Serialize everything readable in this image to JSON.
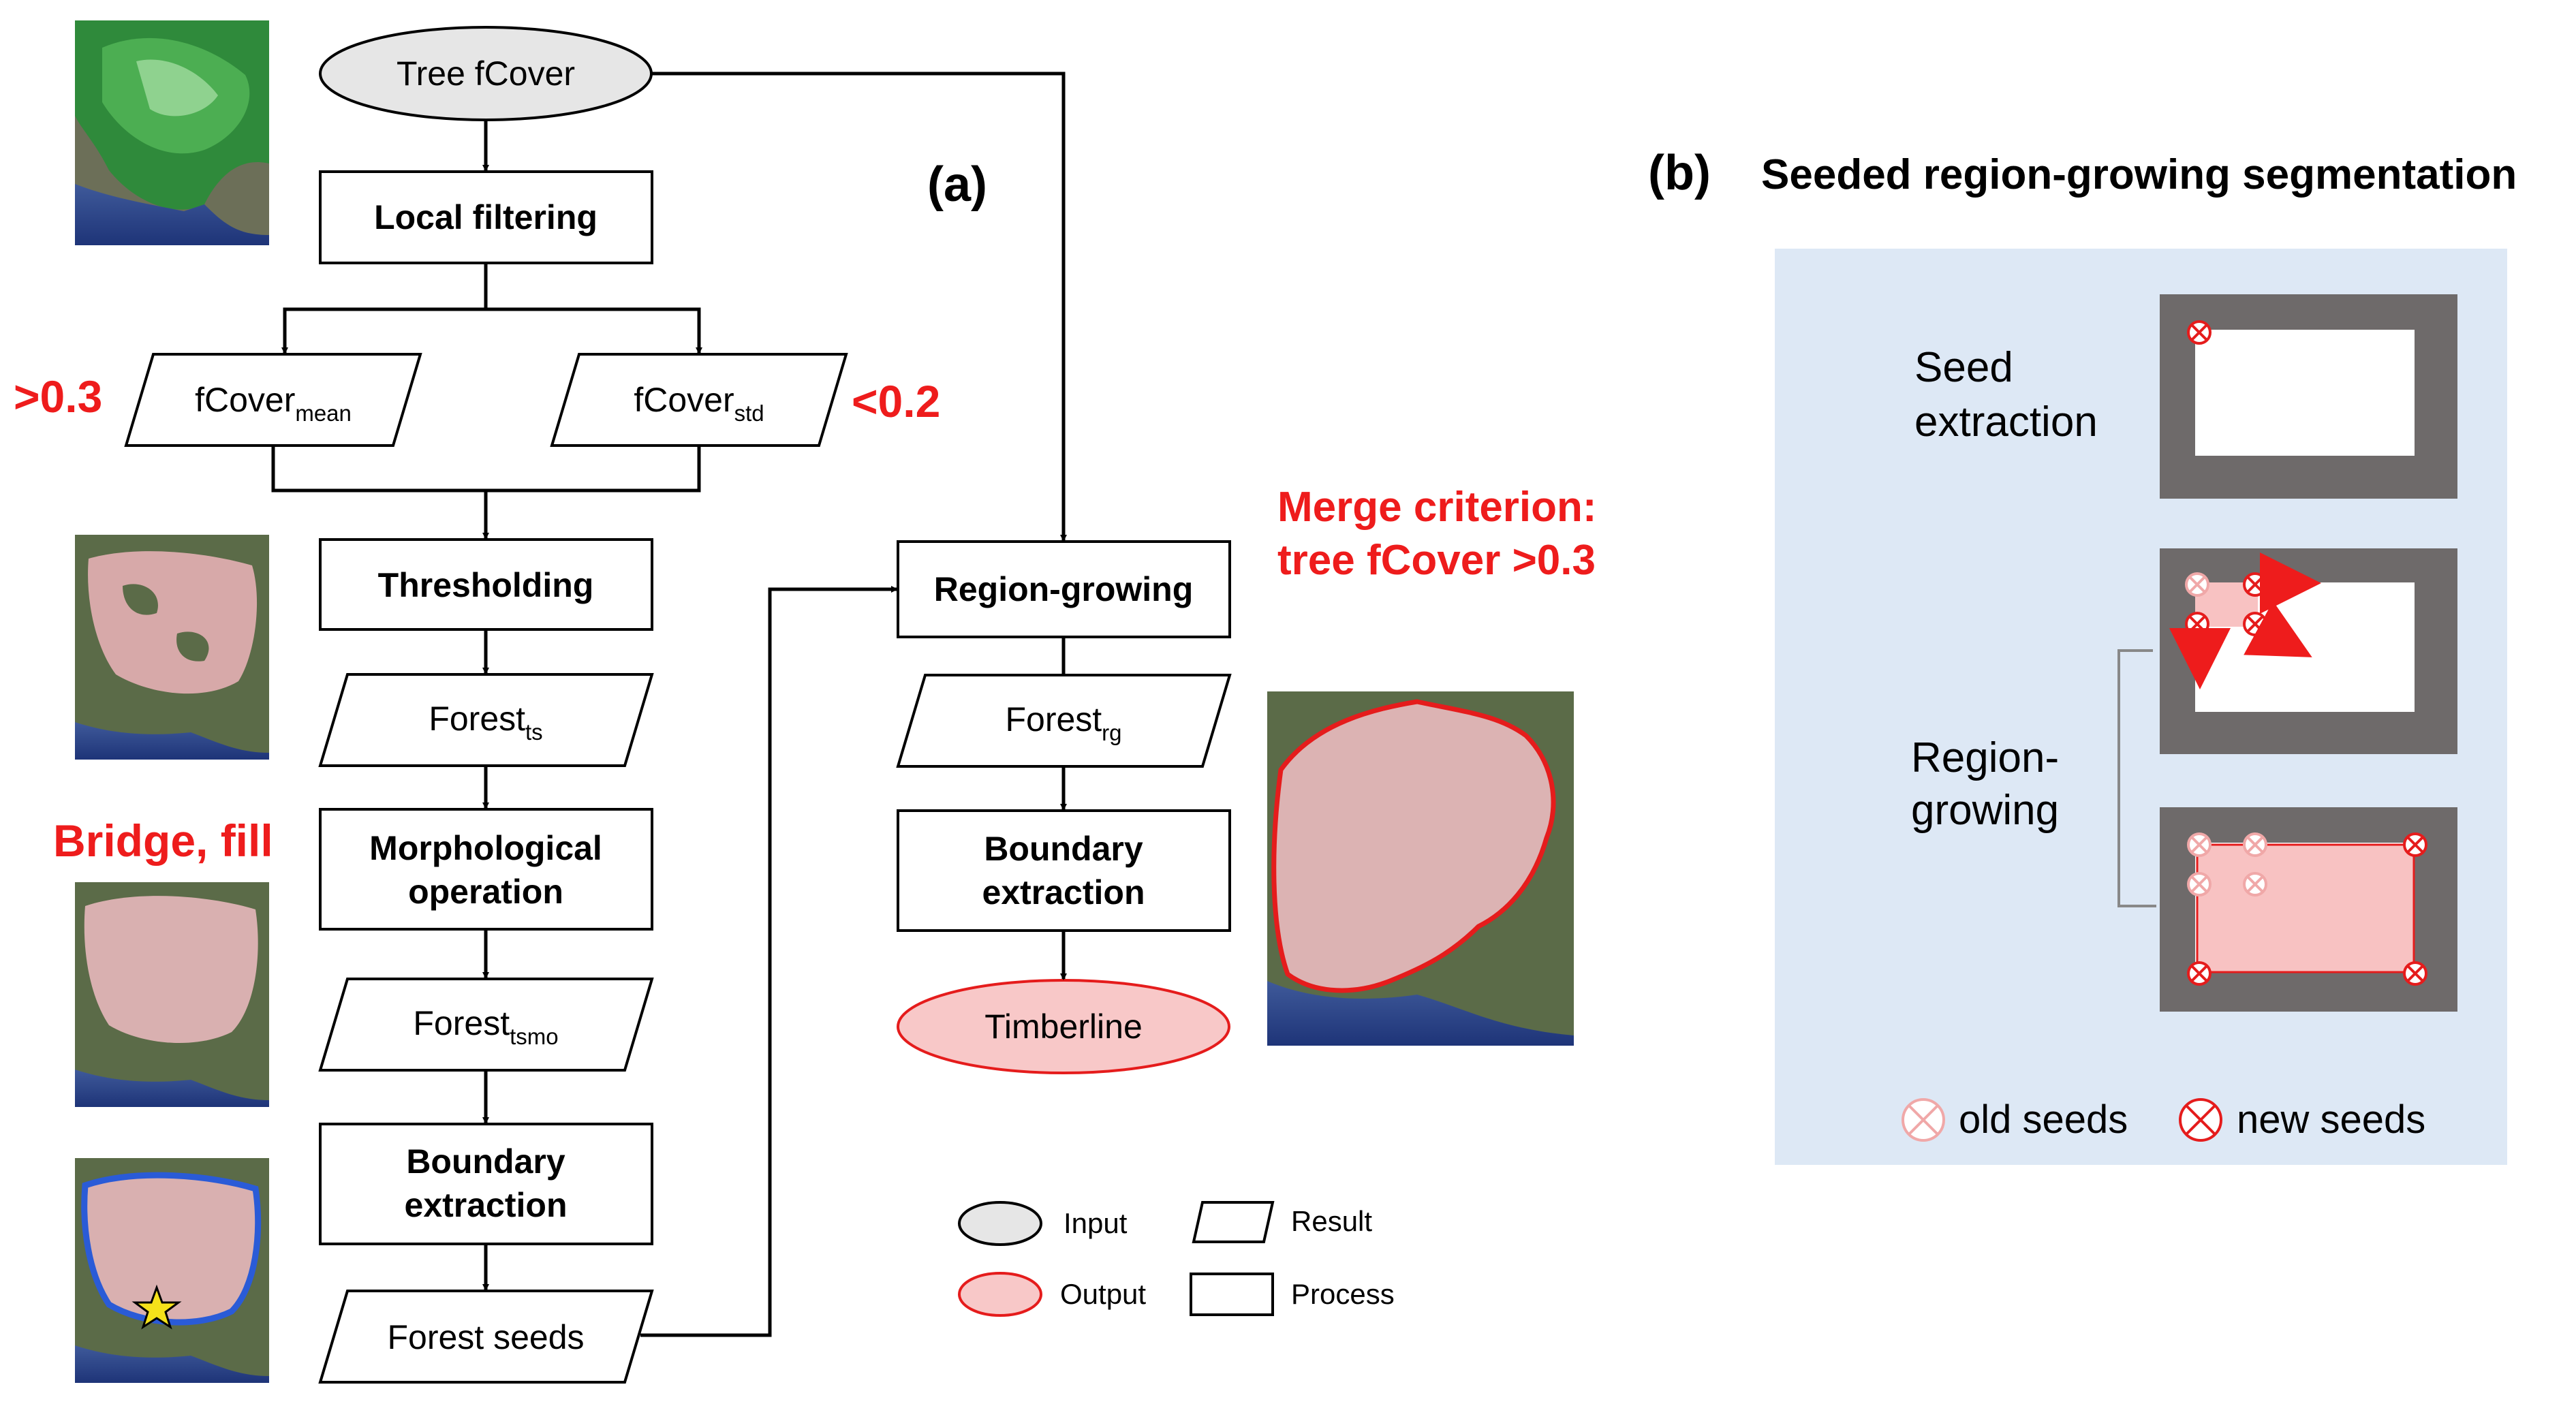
{
  "panel_a": {
    "label": "(a)",
    "input": "Tree fCover",
    "local_filtering": "Local filtering",
    "fcover_mean": {
      "base": "fCover",
      "sub": "mean"
    },
    "fcover_std": {
      "base": "fCover",
      "sub": "std"
    },
    "mean_threshold": ">0.3",
    "std_threshold": "<0.2",
    "thresholding": "Thresholding",
    "forest_ts": {
      "base": "Forest",
      "sub": "ts"
    },
    "morph_line1": "Morphological",
    "morph_line2": "operation",
    "morph_note": "Bridge, fill",
    "forest_tsmo": {
      "base": "Forest",
      "sub": "tsmo"
    },
    "boundary_line1": "Boundary",
    "boundary_line2": "extraction",
    "forest_seeds": "Forest seeds",
    "region_growing": "Region-growing",
    "merge_line1": "Merge criterion:",
    "merge_line2": "tree fCover >0.3",
    "forest_rg": {
      "base": "Forest",
      "sub": "rg"
    },
    "boundary2_line1": "Boundary",
    "boundary2_line2": "extraction",
    "timberline": "Timberline"
  },
  "legend": {
    "input": "Input",
    "output": "Output",
    "result": "Result",
    "process": "Process"
  },
  "panel_b": {
    "label": "(b)",
    "title": "Seeded region-growing segmentation",
    "seed_line1": "Seed",
    "seed_line2": "extraction",
    "rg_line1": "Region-",
    "rg_line2": "growing",
    "old_seeds": "old seeds",
    "new_seeds": "new seeds"
  },
  "colors": {
    "accent_red": "#ee1c1c",
    "input_fill": "#e6e6e6",
    "output_fill": "#f8c8c8",
    "panel_b_bg": "#dde8f5",
    "frame_gray": "#6e6a6a",
    "region_pink": "#f8c2c2"
  }
}
